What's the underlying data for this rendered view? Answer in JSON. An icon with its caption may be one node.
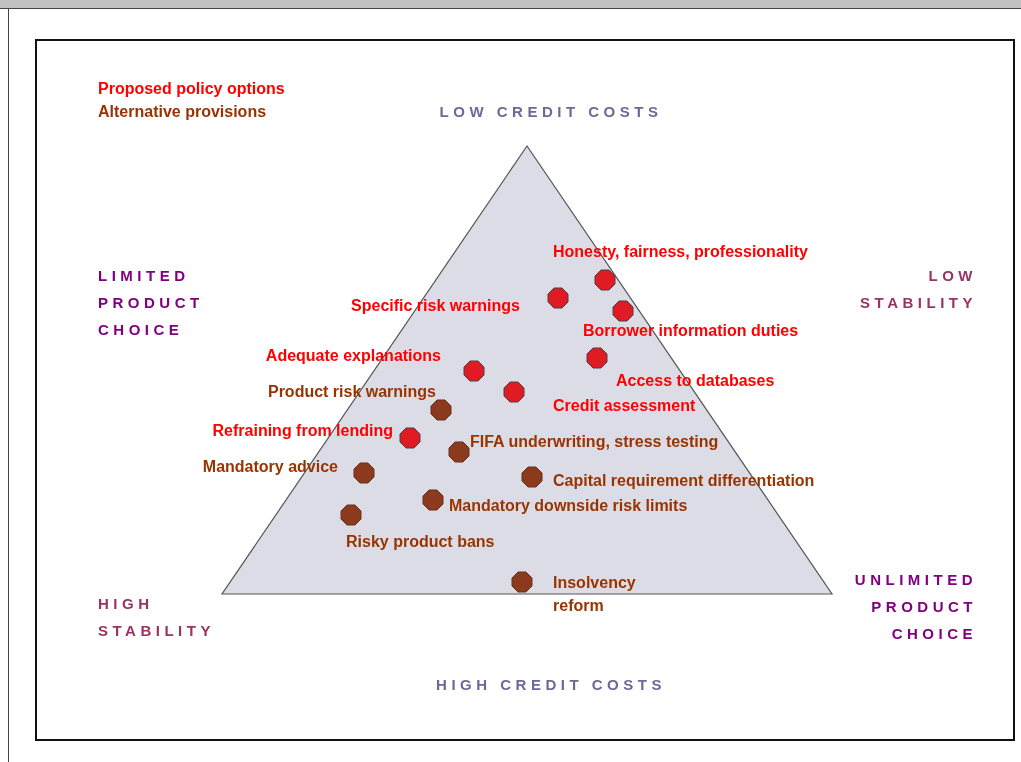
{
  "diagram": {
    "labels": [
      "LOW CREDIT COSTS",
      "Honesty, fairness, professionality",
      "LIMITED PRODUCT CHOICE",
      "LOW STABILITY",
      "Specific risk warnings",
      "Borrower information duties",
      "Adequate explanations",
      "Access to databases",
      "Product risk warnings",
      "Credit assessment",
      "Refraining from lending",
      "FIFA underwriting, stress testing",
      "Mandatory advice",
      "Capital requirement differentiation",
      "Mandatory downside risk limits",
      "Risky product bans",
      "Insolvency reform",
      "UNLIMITED PRODUCT CHOICE",
      "HIGH STABILITY",
      "HIGH CREDIT COSTS"
    ],
    "legend": [
      {
        "text": "Proposed policy options",
        "color": "#ff0000"
      },
      {
        "text": "Alternative provisions",
        "color": "#993300"
      }
    ]
  }
}
